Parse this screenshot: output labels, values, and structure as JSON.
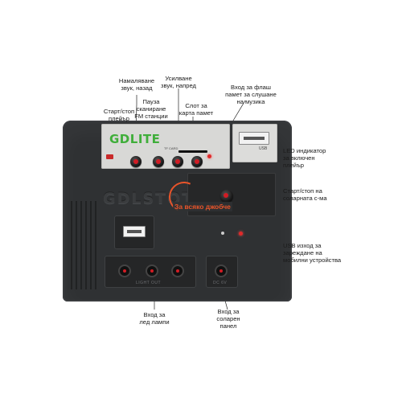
{
  "device": {
    "brand": "GDLITE",
    "brand_emboss": "GDLSTOTICH",
    "usb_label": "USB",
    "tf_label": "TF CARD",
    "promo_text": "За всяко джобче",
    "lamp_panel_text": "LIGHT OUT",
    "solar_panel_text": "DC 6V"
  },
  "callouts": {
    "play_stop": "Старт/стоп\nплейър",
    "volume_down": "Намаляване\nзвук, назад",
    "pause_scan": "Пауза\nсканиране\nFM станции",
    "volume_up": "Усилване\nзвук, напред",
    "card_slot": "Слот за\nкарта памет",
    "flash_input": "Вход за флаш\nпамет за слушане\nна музика",
    "led_indicator": "LED индикатор\nза включен\nплейър",
    "solar_switch": "Старт/стоп на\nсоларната с-ма",
    "usb_output": "USB изход за\nзареждане на\nмобилни устройства",
    "led_lamp_input": "Вход за\nлед лампи",
    "solar_input": "Вход за\nсоларен\nпанел"
  },
  "colors": {
    "body": "#2f3133",
    "brand_green": "#3fae3a",
    "accent_red": "#d21c24",
    "promo_orange": "#e8542a"
  }
}
